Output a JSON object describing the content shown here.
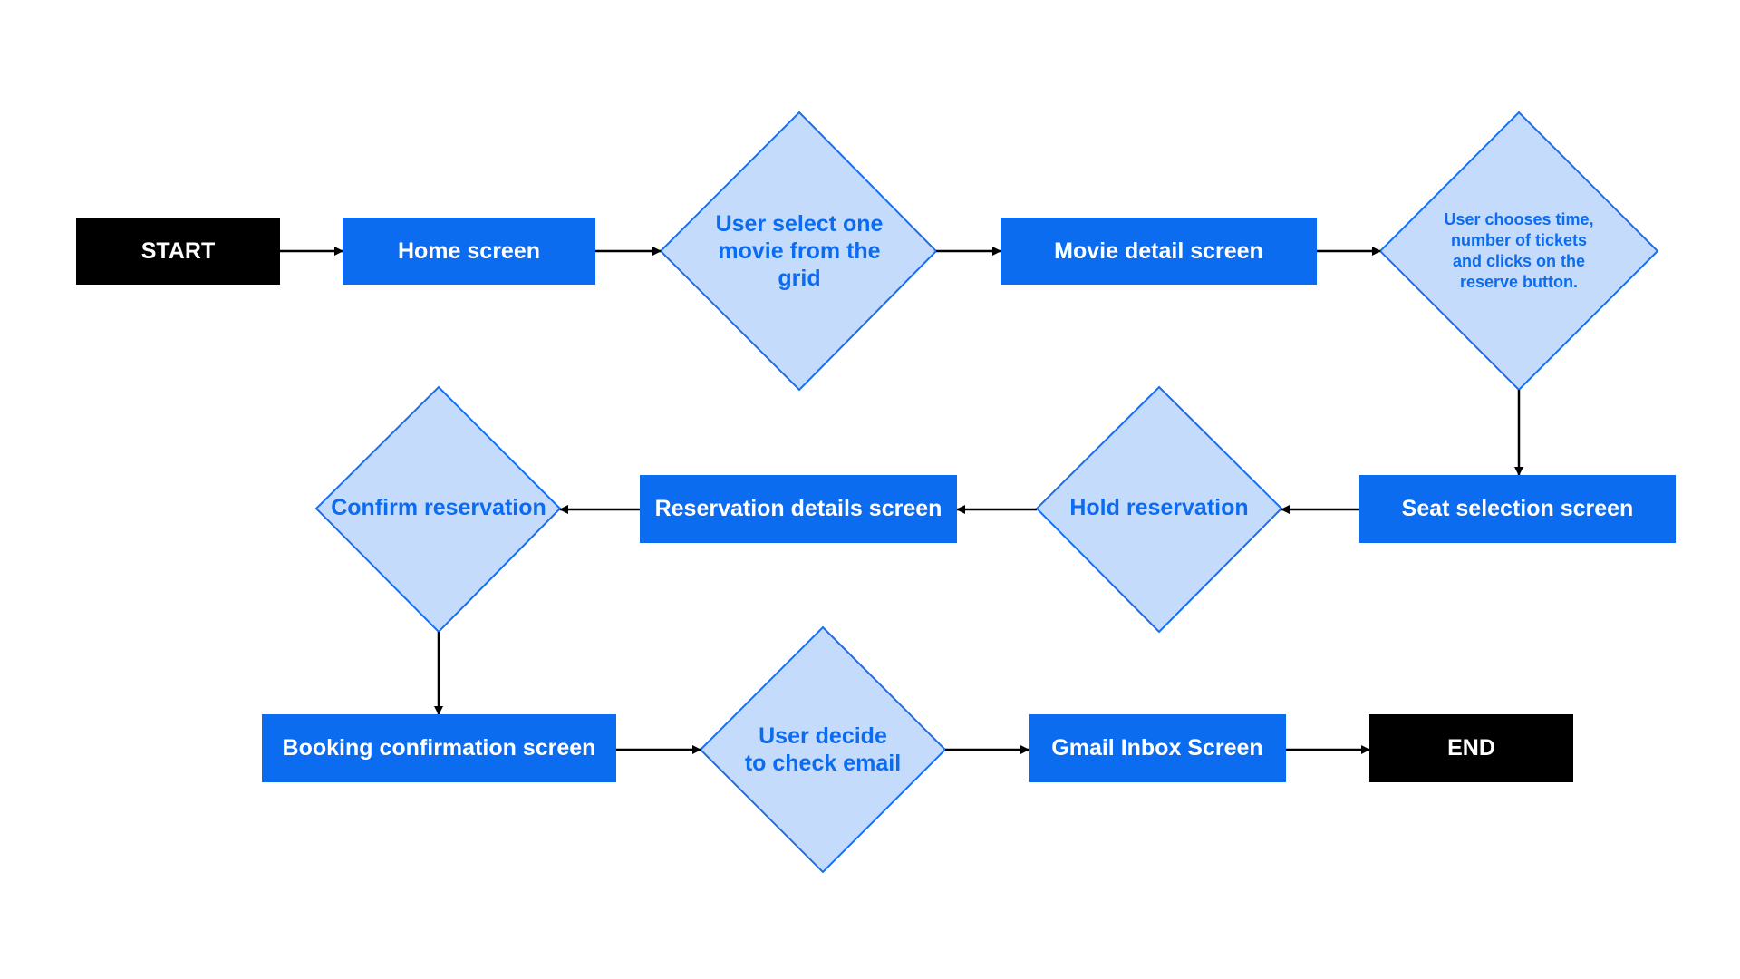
{
  "colors": {
    "process_fill": "#0b6cf0",
    "terminal_fill": "#000000",
    "decision_fill": "#c5dbfb",
    "decision_stroke": "#1a6ef0",
    "decision_text": "#0b6cf0",
    "connector": "#000000"
  },
  "nodes": {
    "start": "START",
    "home_screen": "Home screen",
    "select_movie": "User select one\nmovie from the\ngrid",
    "movie_detail": "Movie detail screen",
    "choose_time": "User chooses time,\nnumber of tickets\nand clicks on the\nreserve button.",
    "seat_selection": "Seat selection screen",
    "hold_reservation": "Hold reservation",
    "reservation_details": "Reservation details screen",
    "confirm_reservation": "Confirm reservation",
    "booking_confirmation": "Booking confirmation screen",
    "decide_check_email": "User decide\nto check email",
    "gmail_inbox": "Gmail Inbox Screen",
    "end": "END"
  }
}
